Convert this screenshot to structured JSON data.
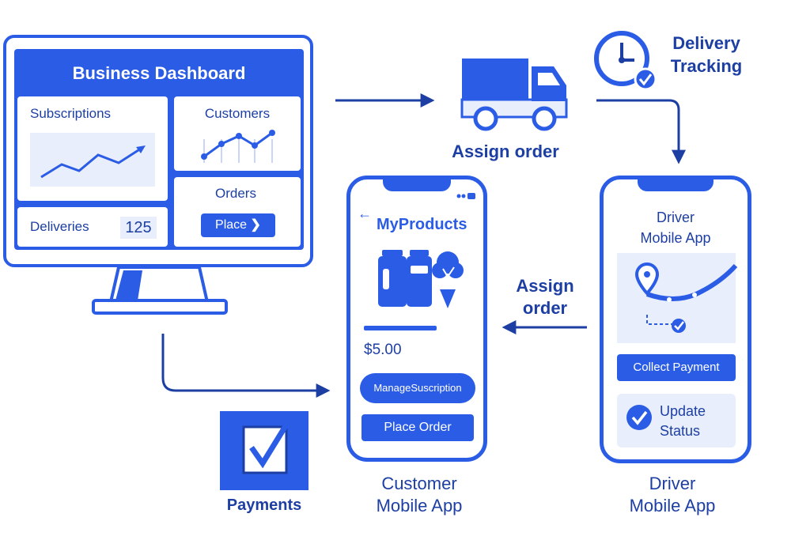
{
  "dashboard": {
    "title": "Business Dashboard",
    "subscriptions_label": "Subscriptions",
    "customers_label": "Customers",
    "deliveries_label": "Deliveries",
    "deliveries_count": "125",
    "orders_label": "Orders",
    "place_button": "Place"
  },
  "assign_order_top": "Assign order",
  "delivery_tracking": {
    "line1": "Delivery",
    "line2": "Tracking"
  },
  "customer_app": {
    "title": "MyProducts",
    "price": "$5.00",
    "manage_button": "ManageSuscription",
    "place_order_button": "Place Order",
    "caption_line1": "Customer",
    "caption_line2": "Mobile App"
  },
  "assign_order_mid": {
    "line1": "Assign",
    "line2": "order"
  },
  "driver_app": {
    "title_line1": "Driver",
    "title_line2": "Mobile App",
    "collect_button": "Collect Payment",
    "update_line1": "Update",
    "update_line2": "Status",
    "caption_line1": "Driver",
    "caption_line2": "Mobile App"
  },
  "payments_label": "Payments",
  "colors": {
    "primary": "#2b5ce6",
    "dark": "#1d3fa3",
    "light": "#e8eefc"
  }
}
